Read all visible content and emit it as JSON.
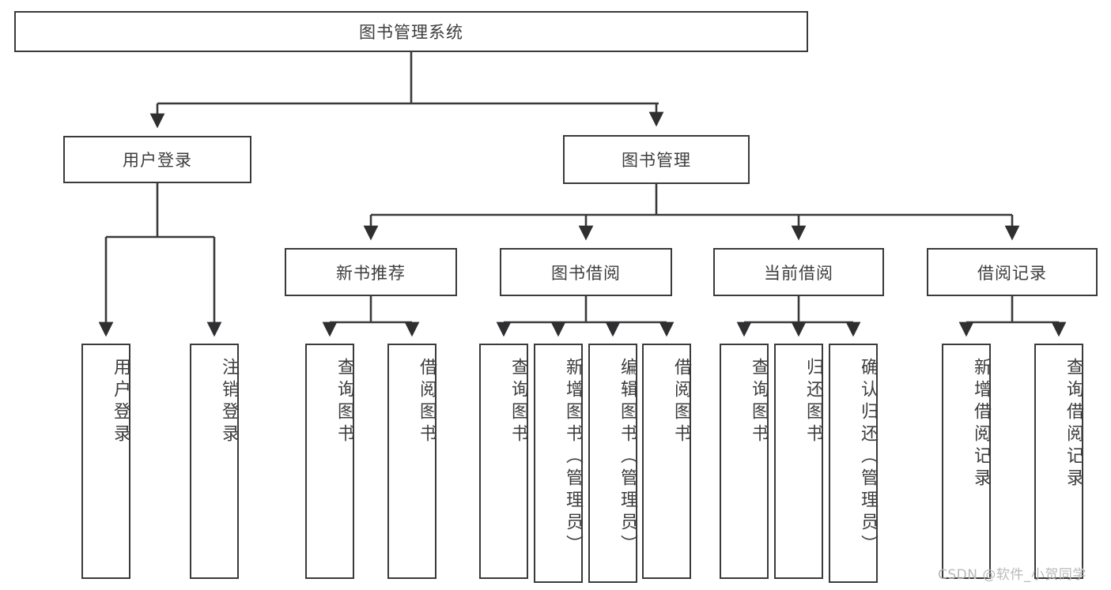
{
  "diagram": {
    "title": "图书管理系统",
    "type": "tree-hierarchy",
    "root": {
      "id": "root",
      "label": "图书管理系统"
    },
    "level2": [
      {
        "id": "user-login",
        "label": "用户登录"
      },
      {
        "id": "book-management",
        "label": "图书管理"
      }
    ],
    "level3": [
      {
        "id": "new-book-recommend",
        "label": "新书推荐",
        "parent": "book-management"
      },
      {
        "id": "book-borrow",
        "label": "图书借阅",
        "parent": "book-management"
      },
      {
        "id": "current-borrow",
        "label": "当前借阅",
        "parent": "book-management"
      },
      {
        "id": "borrow-record",
        "label": "借阅记录",
        "parent": "book-management"
      }
    ],
    "leaves": [
      {
        "id": "leaf-user-login",
        "label": "用户登录",
        "parent": "user-login"
      },
      {
        "id": "leaf-logout-login",
        "label": "注销登录",
        "parent": "user-login"
      },
      {
        "id": "leaf-query-book-1",
        "label": "查询图书",
        "parent": "new-book-recommend"
      },
      {
        "id": "leaf-borrow-book-1",
        "label": "借阅图书",
        "parent": "new-book-recommend"
      },
      {
        "id": "leaf-query-book-2",
        "label": "查询图书",
        "parent": "book-borrow"
      },
      {
        "id": "leaf-add-book",
        "label": "新增图书（管理员）",
        "parent": "book-borrow"
      },
      {
        "id": "leaf-edit-book",
        "label": "编辑图书（管理员）",
        "parent": "book-borrow"
      },
      {
        "id": "leaf-borrow-book-2",
        "label": "借阅图书",
        "parent": "book-borrow"
      },
      {
        "id": "leaf-query-book-3",
        "label": "查询图书",
        "parent": "current-borrow"
      },
      {
        "id": "leaf-return-book",
        "label": "归还图书",
        "parent": "current-borrow"
      },
      {
        "id": "leaf-confirm-return",
        "label": "确认归还（管理员）",
        "parent": "current-borrow"
      },
      {
        "id": "leaf-add-record",
        "label": "新增借阅记录",
        "parent": "borrow-record"
      },
      {
        "id": "leaf-query-record",
        "label": "查询借阅记录",
        "parent": "borrow-record"
      }
    ],
    "watermark": "CSDN @软件_小贺同学",
    "colors": {
      "stroke": "#3a3a3c",
      "text": "#3d3d3f",
      "background": "#ffffff",
      "watermark": "#b9b9bb"
    }
  }
}
